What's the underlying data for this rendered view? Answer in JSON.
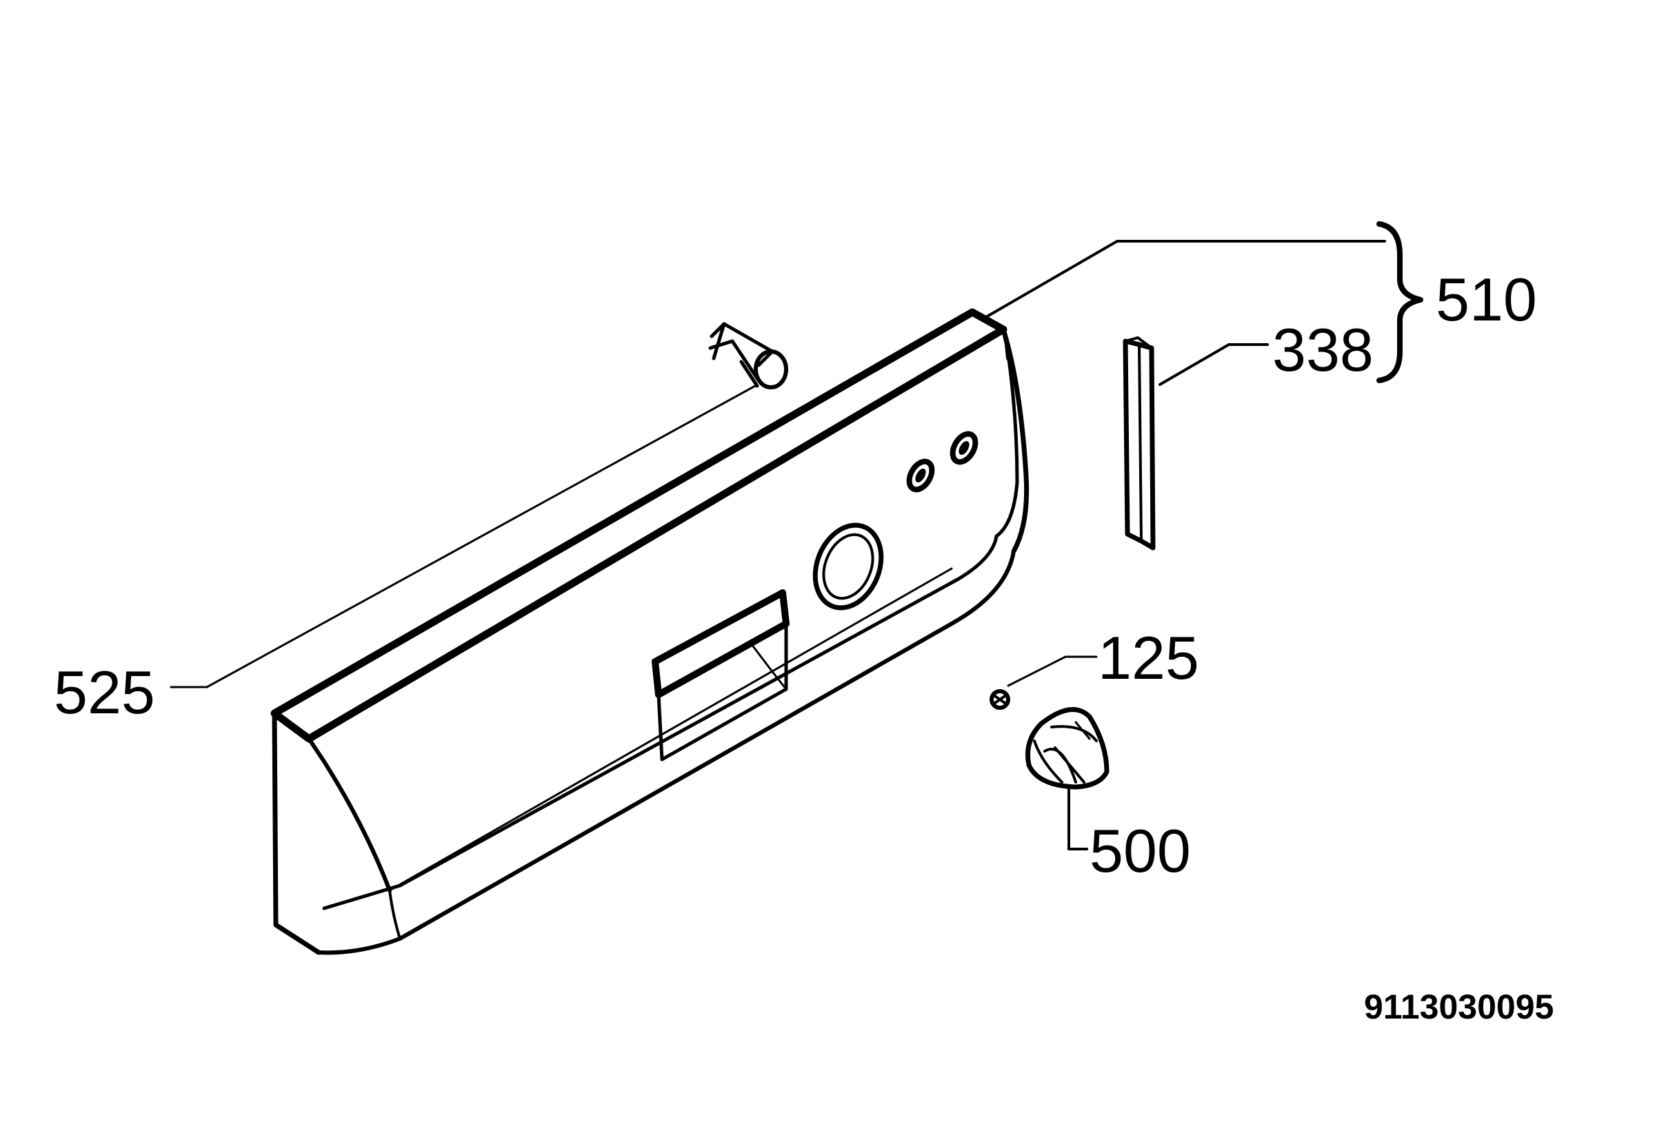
{
  "labels": {
    "p510": "510",
    "p338": "338",
    "p525": "525",
    "p125": "125",
    "p500": "500"
  },
  "drawing_code": "9113030095",
  "colors": {
    "line": "#000000",
    "background": "#ffffff"
  }
}
